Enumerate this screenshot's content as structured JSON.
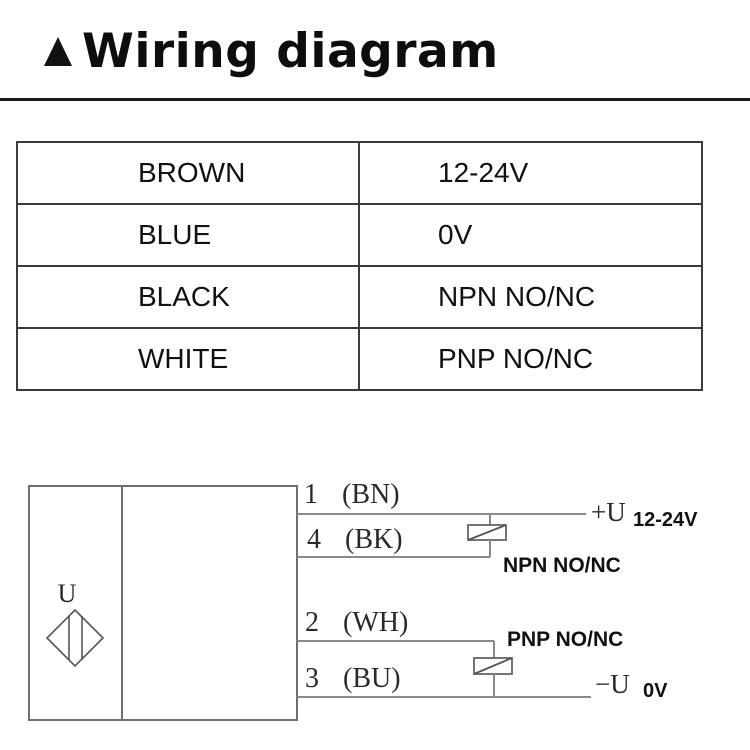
{
  "header": {
    "marker_icon": "triangle-up-icon",
    "title": "Wiring diagram"
  },
  "wire_table": {
    "rows": [
      {
        "color": "BROWN",
        "function": "12-24V"
      },
      {
        "color": "BLUE",
        "function": "0V"
      },
      {
        "color": "BLACK",
        "function": "NPN NO/NC"
      },
      {
        "color": "WHITE",
        "function": "PNP NO/NC"
      }
    ]
  },
  "diagram": {
    "sensor_symbol_label": "U",
    "sensor_icon": "inductive-sensor-diamond-icon",
    "pins": [
      {
        "number": "1",
        "code": "(BN)"
      },
      {
        "number": "4",
        "code": "(BK)"
      },
      {
        "number": "2",
        "code": "(WH)"
      },
      {
        "number": "3",
        "code": "(BU)"
      }
    ],
    "supply_positive": "+U",
    "supply_positive_value": "12-24V",
    "supply_negative": "−U",
    "supply_negative_value": "0V",
    "npn_load_label": "NPN NO/NC",
    "pnp_load_label": "PNP NO/NC",
    "load_icon": "relay-coil-icon"
  }
}
